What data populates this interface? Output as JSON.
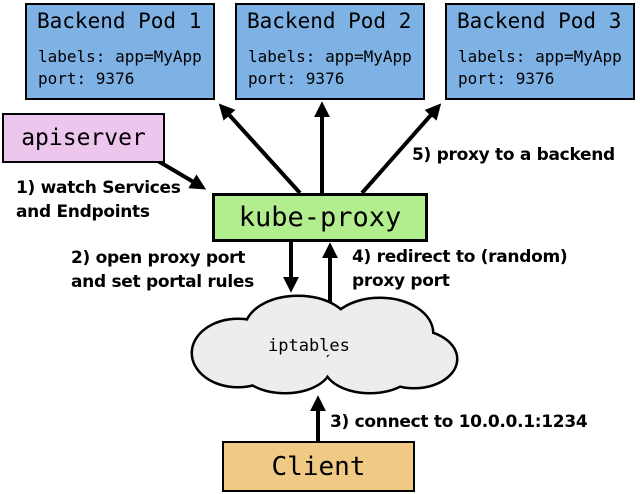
{
  "colors": {
    "pod_fill": "#7eb1e4",
    "apiserver_fill": "#ecc6ec",
    "kube_proxy_fill": "#b2ee8e",
    "client_fill": "#f0ca84",
    "cloud_fill": "#ededed",
    "outline": "#000000"
  },
  "pods": [
    {
      "title": "Backend Pod 1",
      "labels_line": "labels: app=MyApp",
      "port_line": "port: 9376"
    },
    {
      "title": "Backend Pod 2",
      "labels_line": "labels: app=MyApp",
      "port_line": "port: 9376"
    },
    {
      "title": "Backend Pod 3",
      "labels_line": "labels: app=MyApp",
      "port_line": "port: 9376"
    }
  ],
  "apiserver": {
    "label": "apiserver"
  },
  "kube_proxy": {
    "label": "kube-proxy"
  },
  "cloud": {
    "label": "iptables"
  },
  "client": {
    "label": "Client"
  },
  "annotations": {
    "watch": {
      "line1": "1) watch Services",
      "line2": "and Endpoints"
    },
    "open_port": {
      "line1": "2) open proxy port",
      "line2": "and set portal rules"
    },
    "connect": {
      "line1": "3) connect to 10.0.0.1:1234"
    },
    "redirect": {
      "line1": "4) redirect to (random)",
      "line2": "proxy port"
    },
    "proxy_backend": {
      "line1": "5) proxy to a backend"
    }
  }
}
